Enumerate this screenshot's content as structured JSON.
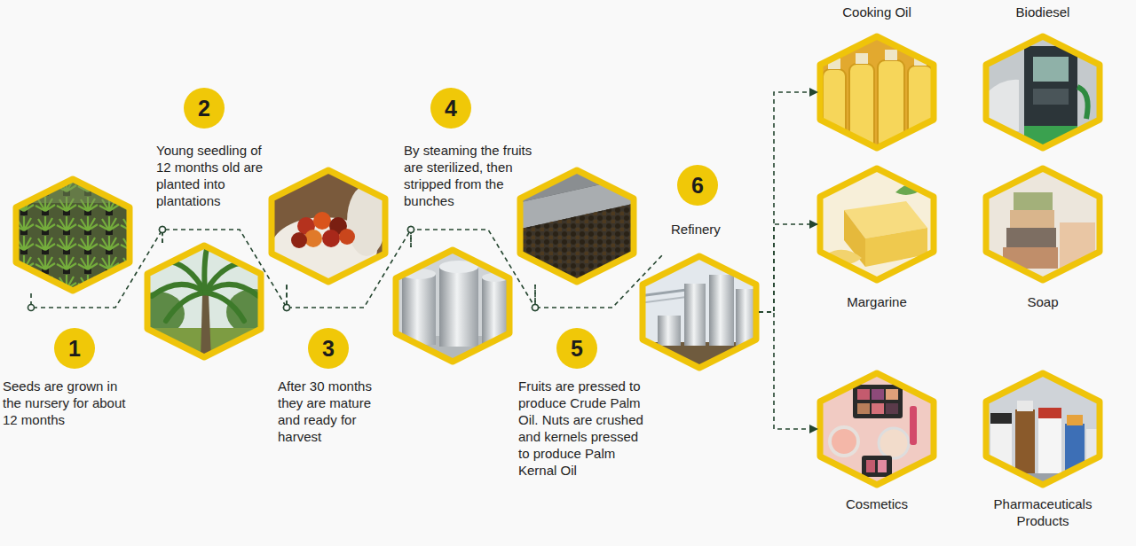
{
  "diagram": {
    "nodes": [
      {
        "text": [
          "1",
          "Seeds are grown in the nursery for about 12 months"
        ]
      },
      {
        "text": [
          "2",
          "Young seedling of 12 months old are planted into plantations"
        ]
      },
      {
        "text": [
          "3",
          "After 30 months they are mature and ready for harvest"
        ]
      },
      {
        "text": [
          "4",
          "By steaming the fruits are sterilized, then stripped from the bunches"
        ]
      },
      {
        "text": [
          "5",
          "Fruits are pressed to produce Crude Palm Oil. Nuts are crushed and kernels pressed to produce Palm Kernal Oil"
        ]
      },
      {
        "text": [
          "6",
          "Refinery"
        ]
      },
      {
        "text": [
          "Cooking Oil"
        ]
      },
      {
        "text": [
          "Biodiesel"
        ]
      },
      {
        "text": [
          "Margarine"
        ]
      },
      {
        "text": [
          "Soap"
        ]
      },
      {
        "text": [
          "Cosmetics"
        ]
      },
      {
        "text": [
          "Pharmaceuticals Products"
        ]
      }
    ],
    "edges": [
      {
        "from": 0,
        "to": 1,
        "arrow": "none"
      },
      {
        "from": 1,
        "to": 2,
        "arrow": "none"
      },
      {
        "from": 2,
        "to": 3,
        "arrow": "none"
      },
      {
        "from": 3,
        "to": 4,
        "arrow": "none"
      },
      {
        "from": 4,
        "to": 5,
        "arrow": "none"
      },
      {
        "from": 5,
        "to": 6,
        "arrow": "to"
      },
      {
        "from": 5,
        "to": 8,
        "arrow": "to"
      },
      {
        "from": 5,
        "to": 10,
        "arrow": "to"
      }
    ]
  }
}
